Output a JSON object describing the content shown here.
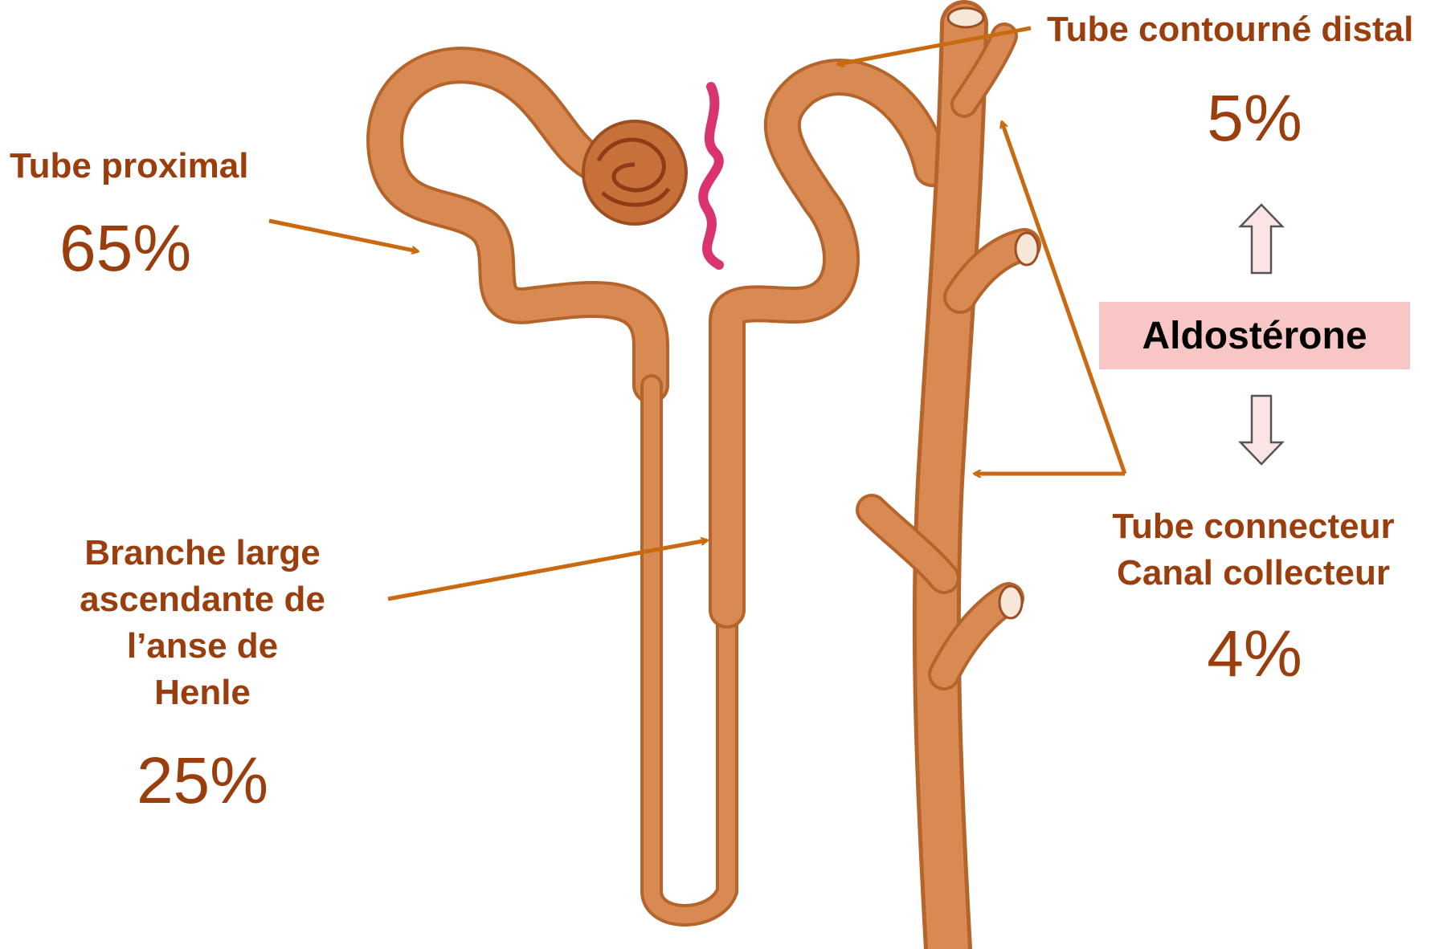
{
  "colors": {
    "label": "#9a3e0e",
    "arrow": "#c96a10",
    "tubule": "#d98a52",
    "tubule_edge": "#b5642b",
    "vessel": "#d9346e",
    "hormone_box": "#f9c6c6"
  },
  "icons": {
    "up_arrow": "hollow-up-arrow-icon",
    "down_arrow": "hollow-down-arrow-icon"
  },
  "proximal": {
    "label": "Tube proximal",
    "percent": "65%"
  },
  "henle": {
    "label_lines": [
      "Branche large",
      "ascendante de",
      "l’anse de",
      "Henle"
    ],
    "percent": "25%"
  },
  "distal": {
    "label": "Tube contourné distal",
    "percent": "5%"
  },
  "collecting": {
    "label_lines": [
      "Tube connecteur",
      "Canal collecteur"
    ],
    "percent": "4%"
  },
  "hormone": {
    "label": "Aldostérone"
  }
}
